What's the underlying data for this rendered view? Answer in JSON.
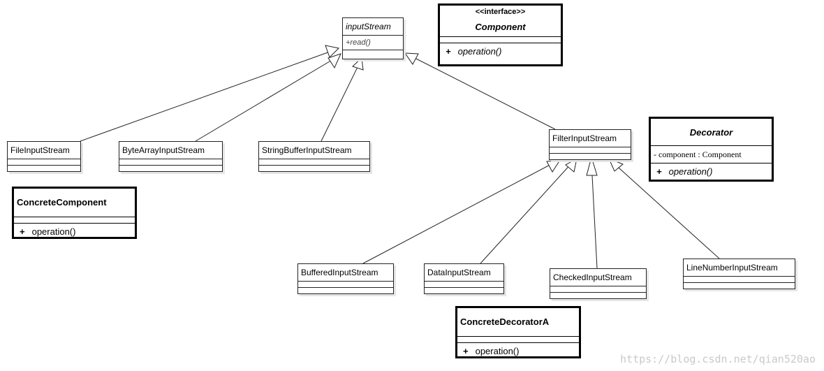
{
  "diagram": {
    "input_stream": {
      "name": "inputStream",
      "method": "+read()"
    },
    "file_input_stream": {
      "name": "FileInputStream"
    },
    "byte_array_input_stream": {
      "name": "ByteArrayInputStream"
    },
    "string_buffer_input_stream": {
      "name": "StringBufferInputStream"
    },
    "filter_input_stream": {
      "name": "FilterInputStream"
    },
    "buffered_input_stream": {
      "name": "BufferedInputStream"
    },
    "data_input_stream": {
      "name": "DataInputStream"
    },
    "checked_input_stream": {
      "name": "CheckedInputStream"
    },
    "line_number_input_stream": {
      "name": "LineNumberInputStream"
    },
    "component": {
      "stereotype": "<<interface>>",
      "name": "Component",
      "plus": "+",
      "op": "operation()"
    },
    "concrete_component": {
      "name": "ConcreteComponent",
      "plus": "+",
      "op": "operation()"
    },
    "decorator": {
      "name": "Decorator",
      "attr": "- component : Component",
      "plus": "+",
      "op": "operation()"
    },
    "concrete_decorator": {
      "name": "ConcreteDecoratorA",
      "plus": "+",
      "op": "operation()"
    }
  },
  "watermark": "https://blog.csdn.net/qian520ao"
}
